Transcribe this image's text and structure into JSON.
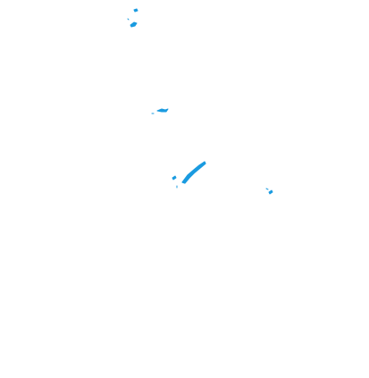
{
  "map": {
    "background_color": "#ffffff",
    "feature_color": "#1a9be0",
    "features": [
      {
        "kind": "island-fragment"
      },
      {
        "kind": "island-fragment"
      },
      {
        "kind": "island-fragment"
      },
      {
        "kind": "island-elongated"
      },
      {
        "kind": "islet"
      },
      {
        "kind": "islet-cluster"
      }
    ]
  }
}
